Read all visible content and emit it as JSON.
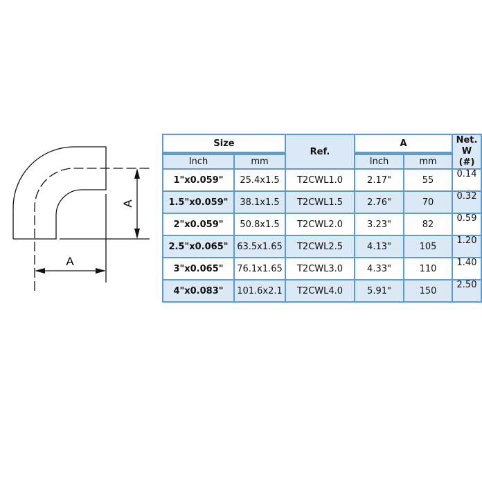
{
  "drawing": {
    "dim_label_horizontal": "A",
    "dim_label_vertical": "A"
  },
  "table": {
    "headers": {
      "size": "Size",
      "ref": "Ref.",
      "a": "A",
      "weight": "Net. W (#)",
      "inch": "Inch",
      "mm": "mm",
      "a_inch": "Inch",
      "a_mm": "mm"
    },
    "rows": [
      {
        "size_inch": "1\"x0.059\"",
        "size_mm": "25.4x1.5",
        "ref": "T2CWL1.0",
        "a_inch": "2.17\"",
        "a_mm": "55",
        "weight": "0.14"
      },
      {
        "size_inch": "1.5\"x0.059\"",
        "size_mm": "38.1x1.5",
        "ref": "T2CWL1.5",
        "a_inch": "2.76\"",
        "a_mm": "70",
        "weight": "0.32"
      },
      {
        "size_inch": "2\"x0.059\"",
        "size_mm": "50.8x1.5",
        "ref": "T2CWL2.0",
        "a_inch": "3.23\"",
        "a_mm": "82",
        "weight": "0.59"
      },
      {
        "size_inch": "2.5\"x0.065\"",
        "size_mm": "63.5x1.65",
        "ref": "T2CWL2.5",
        "a_inch": "4.13\"",
        "a_mm": "105",
        "weight": "1.20"
      },
      {
        "size_inch": "3\"x0.065\"",
        "size_mm": "76.1x1.65",
        "ref": "T2CWL3.0",
        "a_inch": "4.33\"",
        "a_mm": "110",
        "weight": "1.40"
      },
      {
        "size_inch": "4\"x0.083\"",
        "size_mm": "101.6x2.1",
        "ref": "T2CWL4.0",
        "a_inch": "5.91\"",
        "a_mm": "150",
        "weight": "2.50"
      }
    ]
  }
}
